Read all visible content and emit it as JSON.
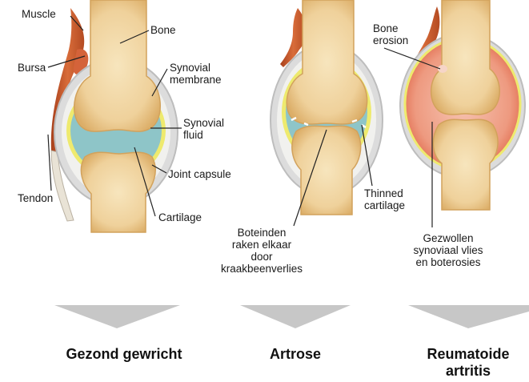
{
  "labels": {
    "muscle": "Muscle",
    "bone": "Bone",
    "bursa": "Bursa",
    "synovial_membrane": "Synovial\nmembrane",
    "synovial_fluid": "Synovial\nfluid",
    "joint_capsule": "Joint capsule",
    "tendon": "Tendon",
    "cartilage": "Cartilage",
    "bone_erosion": "Bone\nerosion",
    "thinned_cartilage": "Thinned\ncartilage",
    "boteinden": "Boteinden\nraken elkaar\ndoor\nkraakbeenverlies",
    "gezwollen": "Gezwollen\nsynoviaal vlies\nen boterosies"
  },
  "captions": {
    "healthy": "Gezond gewricht",
    "artrose": "Artrose",
    "reuma": "Reumatoide\nartritis"
  },
  "colors": {
    "bone": "#f1d6a2",
    "bone_dark": "#d9ad66",
    "cartilage_fluid": "#8ec5c8",
    "membrane_yellow": "#f0ec70",
    "muscle": "#c8562a",
    "inflamed": "#ef9c86",
    "arrow_grey": "#c7c7c7"
  }
}
